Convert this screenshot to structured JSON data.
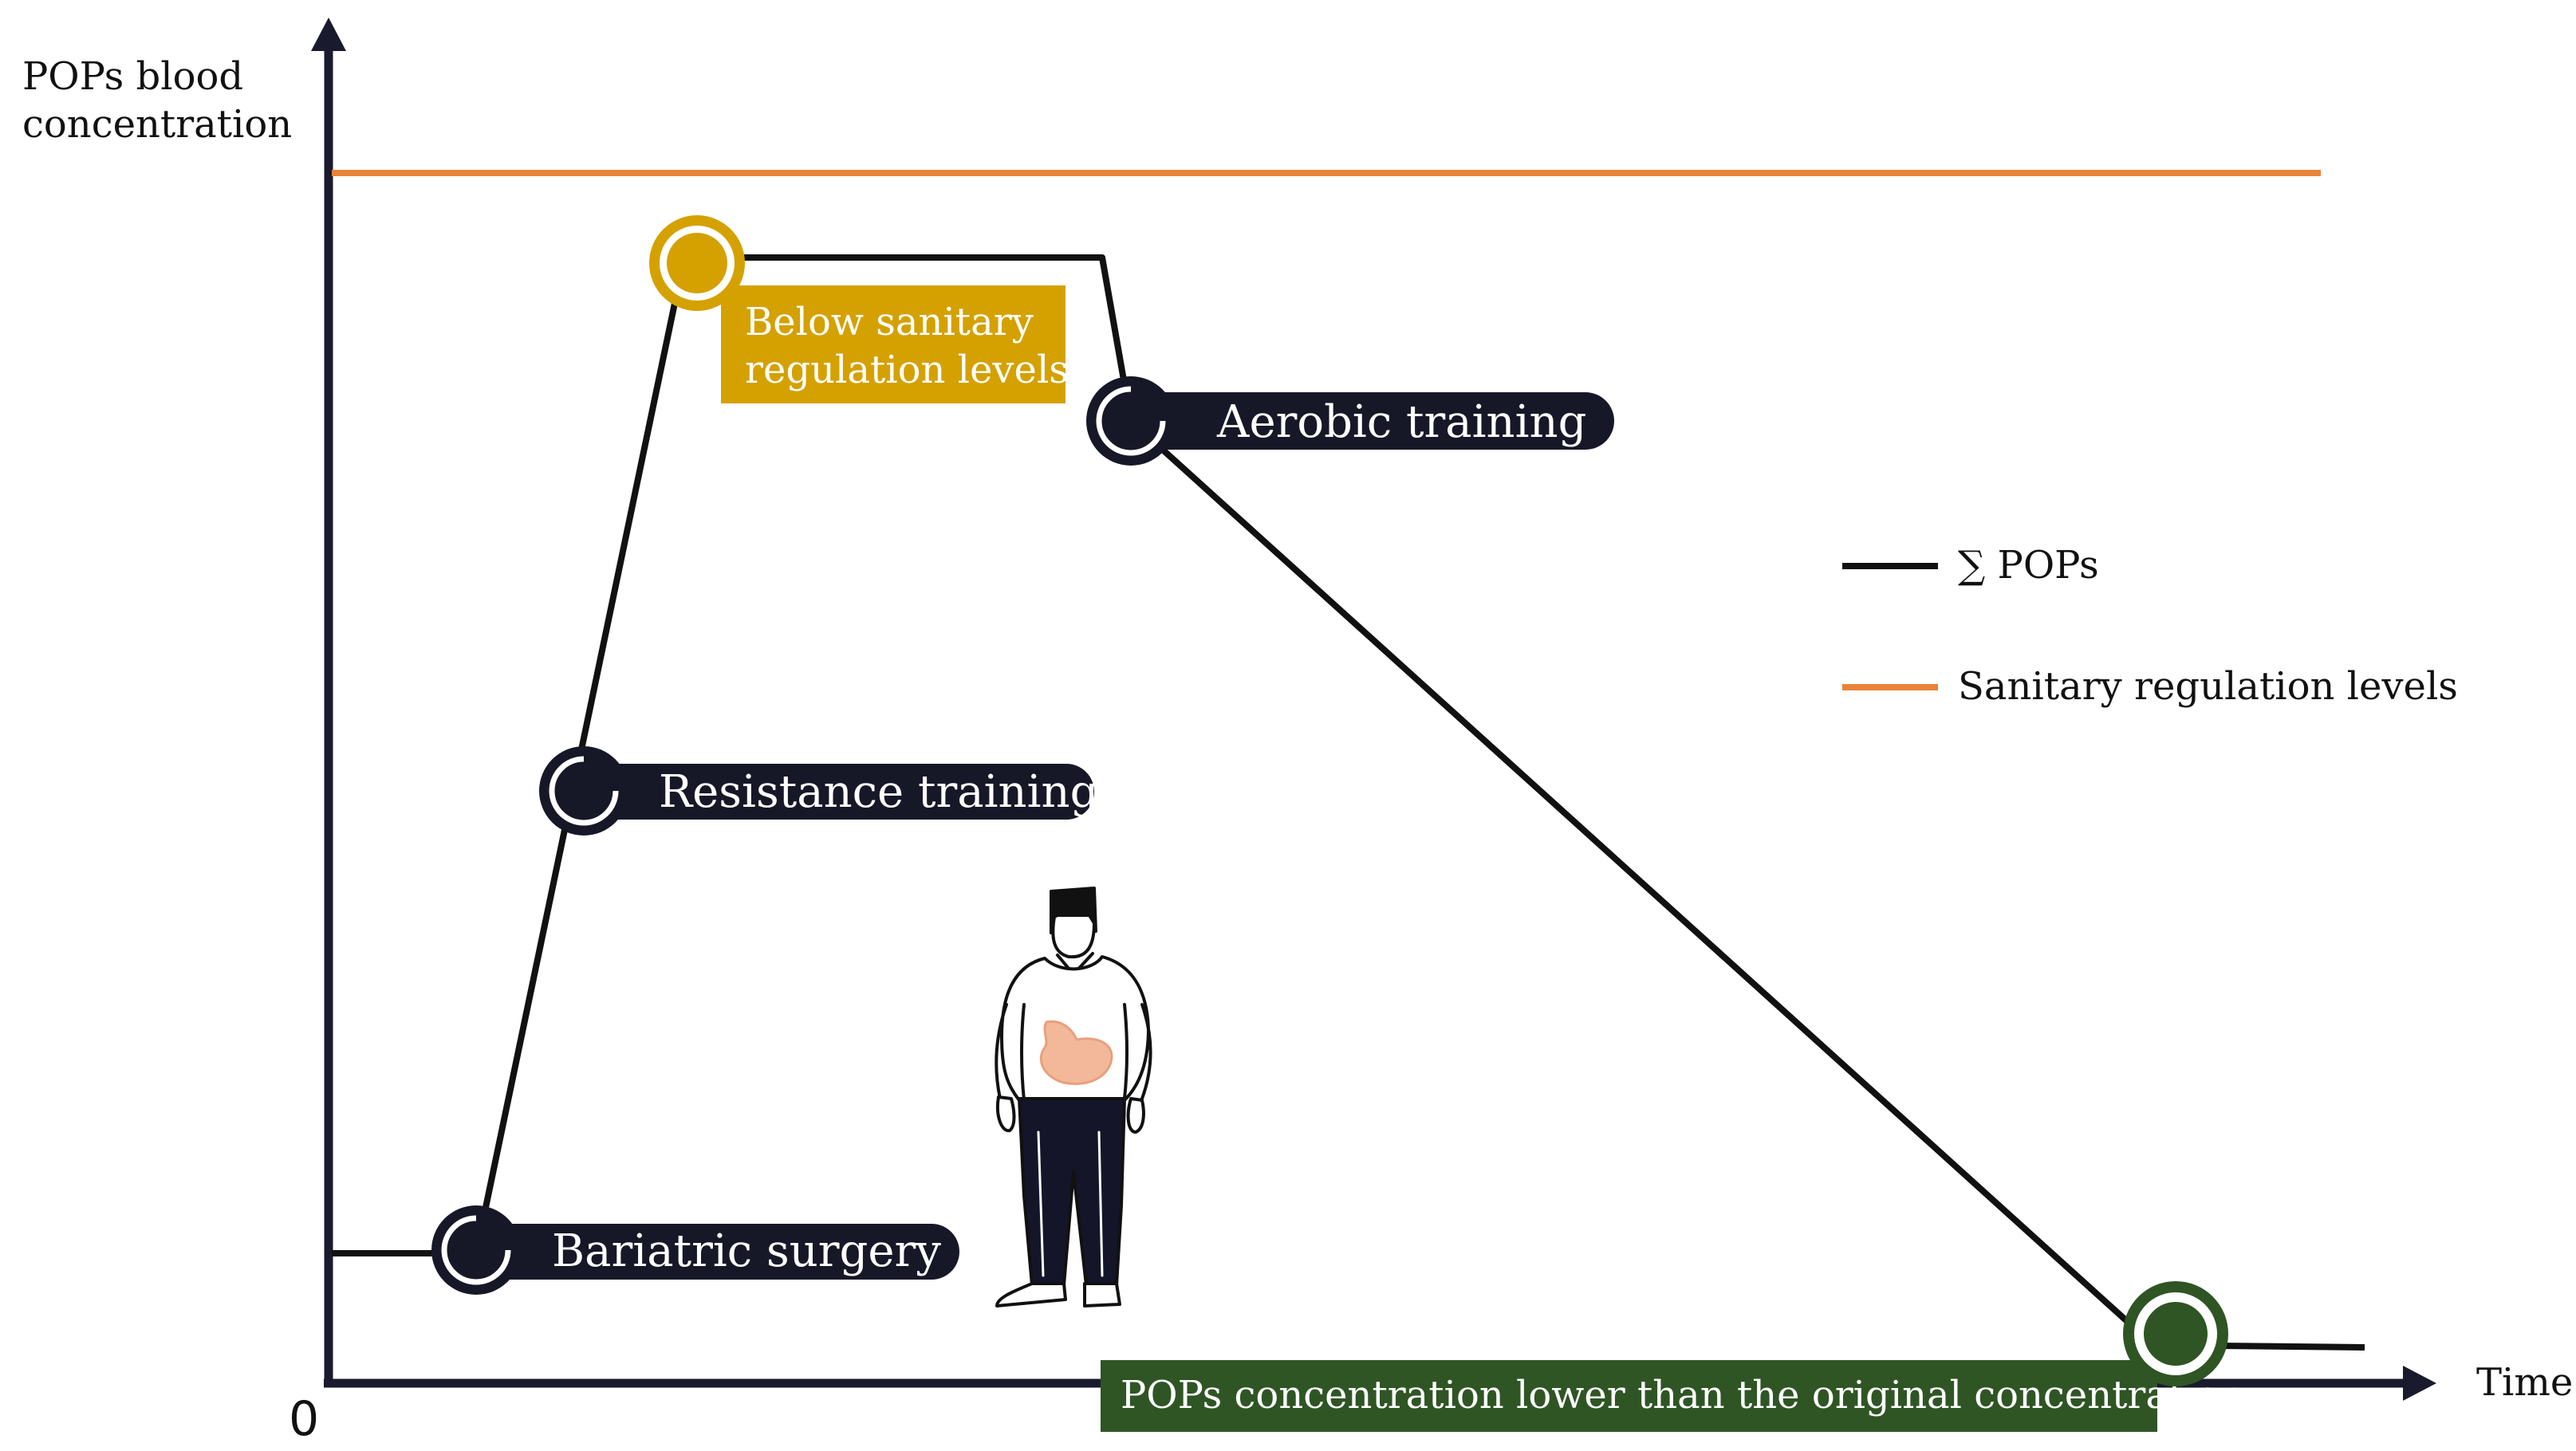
{
  "axes": {
    "y_label_line1": "POPs blood",
    "y_label_line2": "concentration",
    "x_label": "Time",
    "origin_label": "0"
  },
  "legend": {
    "pops_label": "∑ POPs",
    "sanitary_label": "Sanitary regulation levels"
  },
  "labels": {
    "bariatric": "Bariatric surgery",
    "resistance": "Resistance training",
    "aerobic": "Aerobic training",
    "below_line1": "Below sanitary",
    "below_line2": "regulation levels",
    "lower": "POPs concentration lower than the original concentration"
  },
  "colors": {
    "axis": "#1a1a2e",
    "pops_line": "#111111",
    "sanitary_line": "#e8833a",
    "pill": "#171827",
    "gold": "#d4a100",
    "green": "#2f5524",
    "stomach": "#f3b89a"
  },
  "icons": {
    "person": "person-with-stomach-illustration"
  }
}
